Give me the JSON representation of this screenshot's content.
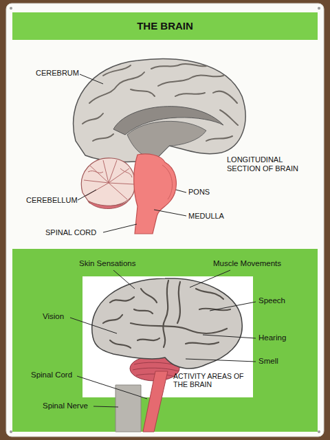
{
  "diagram": {
    "title": "THE BRAIN",
    "labels": [
      "CEREBRUM",
      "LONGITUDINAL SECTION OF BRAIN",
      "PONS",
      "CEREBELLUM",
      "MEDULLA",
      "SPINAL CORD",
      "Skin Sensations",
      "Muscle Movements",
      "Speech",
      "Vision",
      "Hearing",
      "Smell",
      "Spinal Cord",
      "ACTIVITY AREAS OF THE BRAIN",
      "Spinal Nerve"
    ]
  }
}
